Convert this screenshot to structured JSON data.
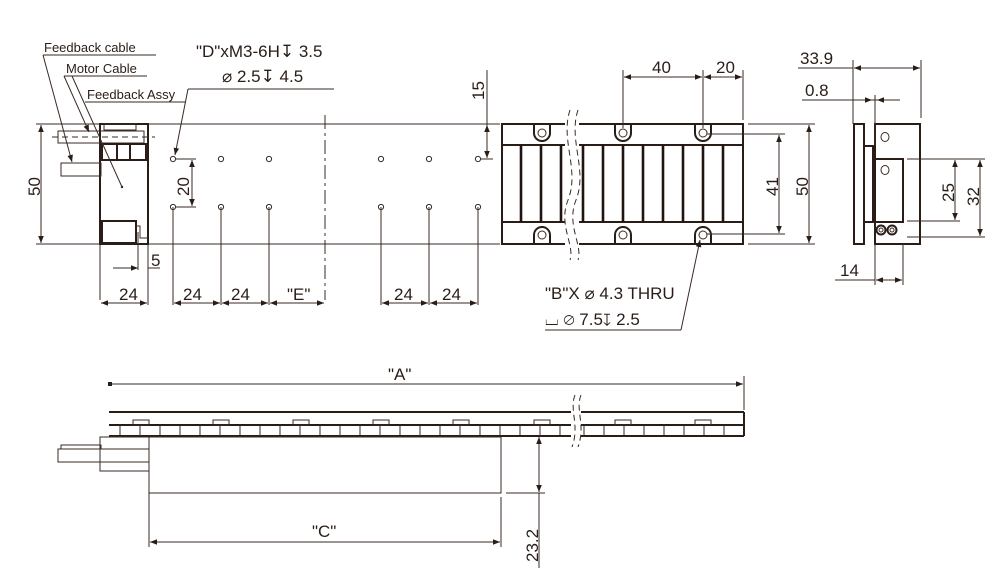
{
  "drawing": {
    "title": "Linear motor dimensional drawing (top, end and side views)",
    "colors": {
      "line": "#3a2a22",
      "background": "#ffffff"
    }
  },
  "callouts": {
    "feedback_cable": "Feedback  cable",
    "motor_cable": "Motor Cable",
    "feedback_assy": "Feedback Assy",
    "tapped_holes_line1": "\"D\"xM3-6H↧ 3.5",
    "tapped_holes_line2": "⌀ 2.5↧ 4.5",
    "thru_holes_line1": "\"B\"X ⌀ 4.3 THRU",
    "thru_holes_line2": "⌴  ⌀ 7.5↧ 2.5"
  },
  "top_view": {
    "height_left": "50",
    "hole_row_spacing": "20",
    "offset_5": "5",
    "dim_24_a": "24",
    "dim_24_b": "24",
    "dim_24_c": "24",
    "dim_E": "\"E\"",
    "dim_24_d": "24",
    "dim_24_e": "24",
    "dim_15": "15"
  },
  "track_view": {
    "pitch_40": "40",
    "end_20": "20",
    "hole_span_41": "41",
    "height_50": "50"
  },
  "end_view": {
    "width_33_9": "33.9",
    "gap_0_8": "0.8",
    "height_25": "25",
    "height_32": "32",
    "width_14": "14"
  },
  "side_view": {
    "overall_A": "\"A\"",
    "coil_C": "\"C\"",
    "height_23_2": "23.2"
  }
}
